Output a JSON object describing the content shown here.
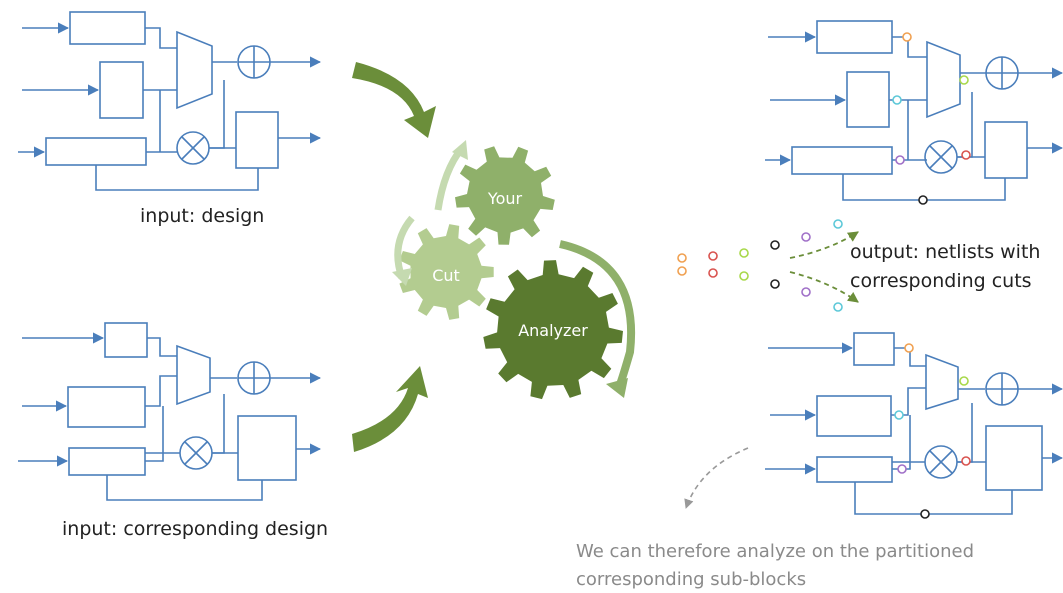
{
  "labels": {
    "input_design": "input: design",
    "input_corresponding": "input: corresponding design",
    "output_line1": "output: netlists with",
    "output_line2": "corresponding cuts",
    "note_line1": "We can therefore analyze on the partitioned",
    "note_line2": "corresponding sub-blocks"
  },
  "gears": {
    "your": "Your",
    "cut": "Cut",
    "analyzer": "Analyzer"
  },
  "colors": {
    "wire": "#4a7ebb",
    "gear_dark": "#5a7a2f",
    "gear_mid": "#8fb06a",
    "gear_light": "#b3cc90",
    "arrow": "#6b8e3a",
    "dot_orange": "#f0a050",
    "dot_red": "#d9534f",
    "dot_green": "#a8d84a",
    "dot_black": "#222222",
    "dot_purple": "#a070c8",
    "dot_cyan": "#5cc8d8"
  }
}
